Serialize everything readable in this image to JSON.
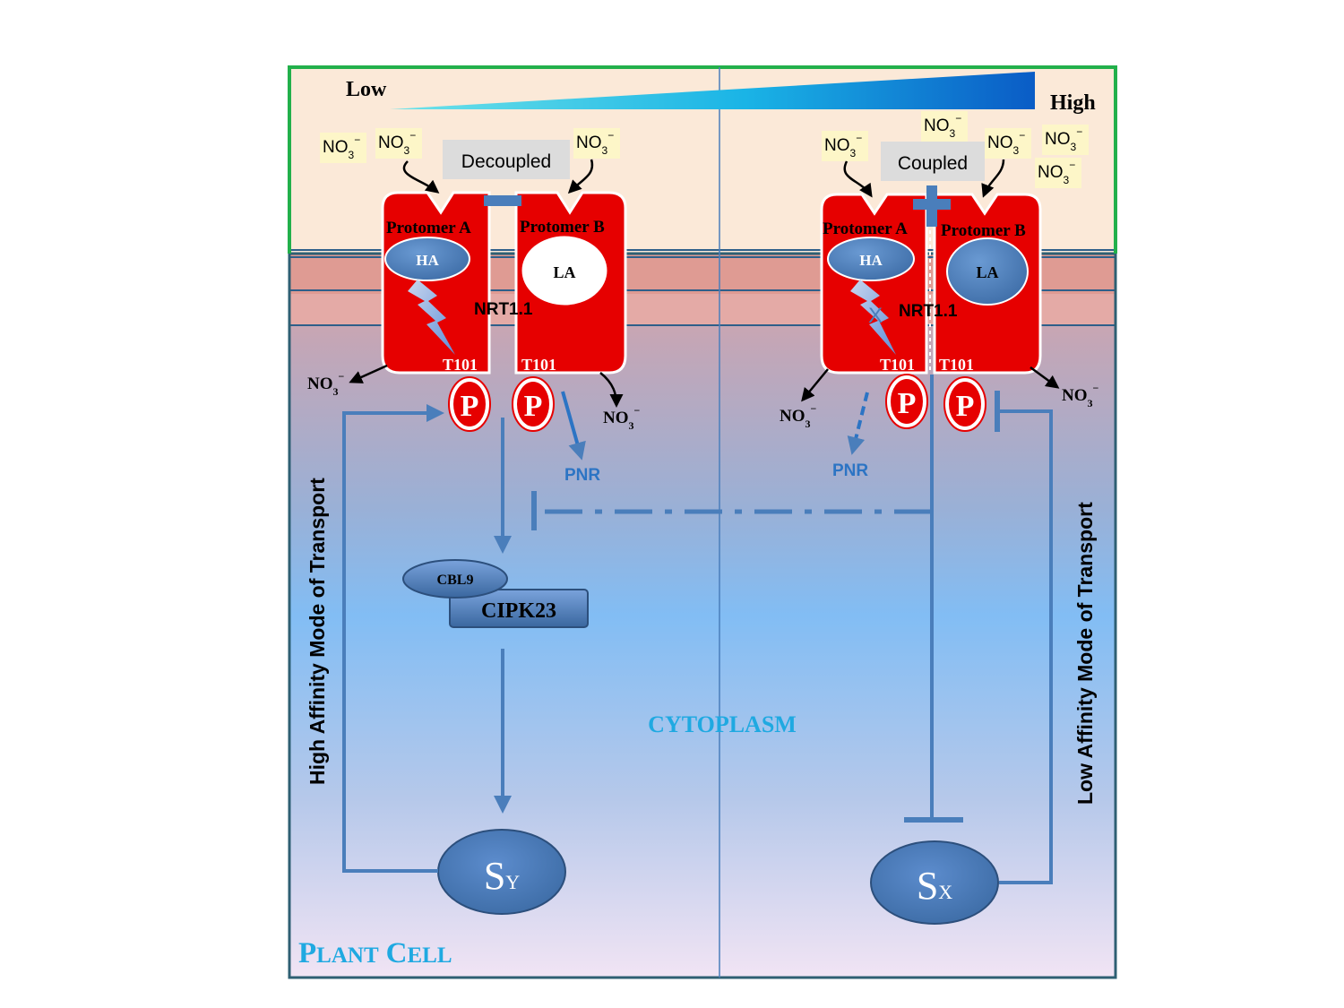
{
  "gradient": {
    "low": "Low",
    "high": "High"
  },
  "nitrate": {
    "base": "NO",
    "sub": "3",
    "sup": "−"
  },
  "left": {
    "state": "Decoupled",
    "protomer_a": "Protomer A",
    "protomer_b": "Protomer B",
    "site_a": "HA",
    "site_b": "LA",
    "transporter": "NRT1.1",
    "residue_a": "T101",
    "residue_b": "T101",
    "phospho": "P",
    "pnr": "PNR",
    "cbl": "CBL9",
    "cipk": "CIPK23",
    "signal_base": "S",
    "signal_sub": "Y",
    "mode": "High Affinity Mode of Transport"
  },
  "right": {
    "state": "Coupled",
    "protomer_a": "Protomer A",
    "protomer_b": "Protomer B",
    "site_a": "HA",
    "site_b": "LA",
    "transporter": "NRT1.1",
    "residue_a": "T101",
    "residue_b": "T101",
    "phospho": "P",
    "pnr": "PNR",
    "block": "X",
    "signal_base": "S",
    "signal_sub": "X",
    "mode": "Low Affinity Mode of Transport"
  },
  "cytoplasm": "CYTOPLASM",
  "cell": {
    "cap1": "P",
    "rest1": "LANT",
    "cap2": "C",
    "rest2": "ELL"
  },
  "colors": {
    "extracellular": "#fbe9d8",
    "frame_top": "#22b04b",
    "frame_cell": "#2e5f73",
    "membrane": "#df9b93",
    "protomer": "#e60000",
    "blue": "#4a7ebb",
    "cytoplasm_text": "#1fa9e1"
  }
}
